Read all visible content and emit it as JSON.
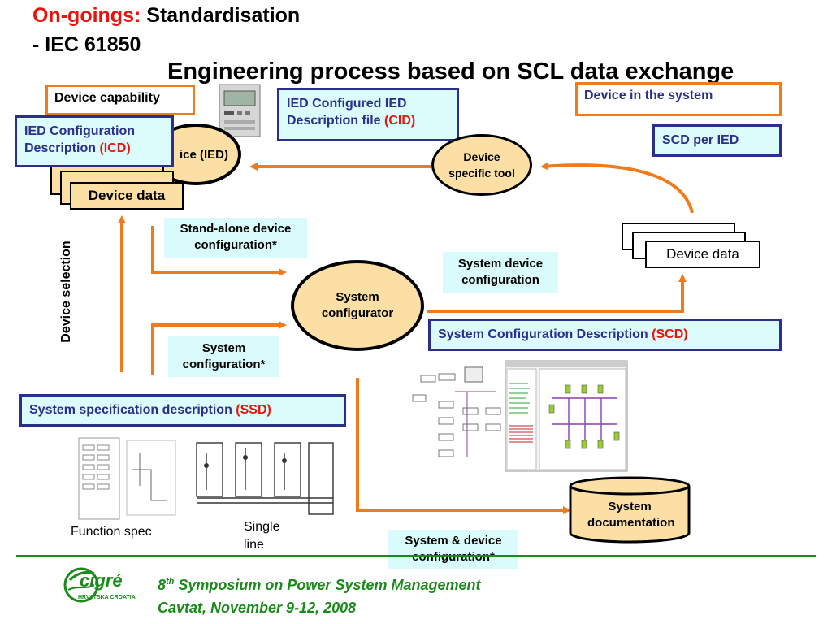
{
  "title": {
    "prefix": "On-goings:",
    "rest": "Standardisation",
    "line2": "- IEC 61850"
  },
  "subtitle": "Engineering process based on SCL data exchange",
  "boxes": {
    "device_capability": "Device capability",
    "icd_text": "IED Configuration Description ",
    "icd_abbr": "(ICD)",
    "cid_text": "IED Configured IED Description file ",
    "cid_abbr": "(CID)",
    "device_in_system": "Device in the system",
    "scd_per_ied": "SCD per IED",
    "scd_text": "System Configuration Description ",
    "scd_abbr": "(SCD)",
    "ssd_text": "System specification description ",
    "ssd_abbr": "(SSD)"
  },
  "nodes": {
    "device_ied_partial": "ice (IED)",
    "device_specific_tool": "Device specific tool",
    "system_configurator": "System configurator",
    "system_documentation": "System documentation",
    "device_data_left": "Device data",
    "device_data_right": "Device data"
  },
  "labels": {
    "standalone": "Stand-alone device configuration*",
    "system_device_config": "System device configuration",
    "system_config": "System configuration*",
    "system_and_device": "System & device configuration*",
    "device_selection": "Device selection",
    "function_spec": "Function spec",
    "single_line": "Single line"
  },
  "footer": {
    "sup_number": "8",
    "sup": "th",
    "line1_rest": " Symposium on Power System Management",
    "line2": "Cavtat, November 9-12, 2008",
    "logo_text": "cigré",
    "logo_sub": "HRVATSKA CROATIA"
  },
  "colors": {
    "orange": "#f07a1c",
    "navy": "#2a2f8c",
    "red": "#e8130f",
    "cyan": "#dcfbfb",
    "tan": "#fbdfa5",
    "green": "#1a8a1a"
  }
}
